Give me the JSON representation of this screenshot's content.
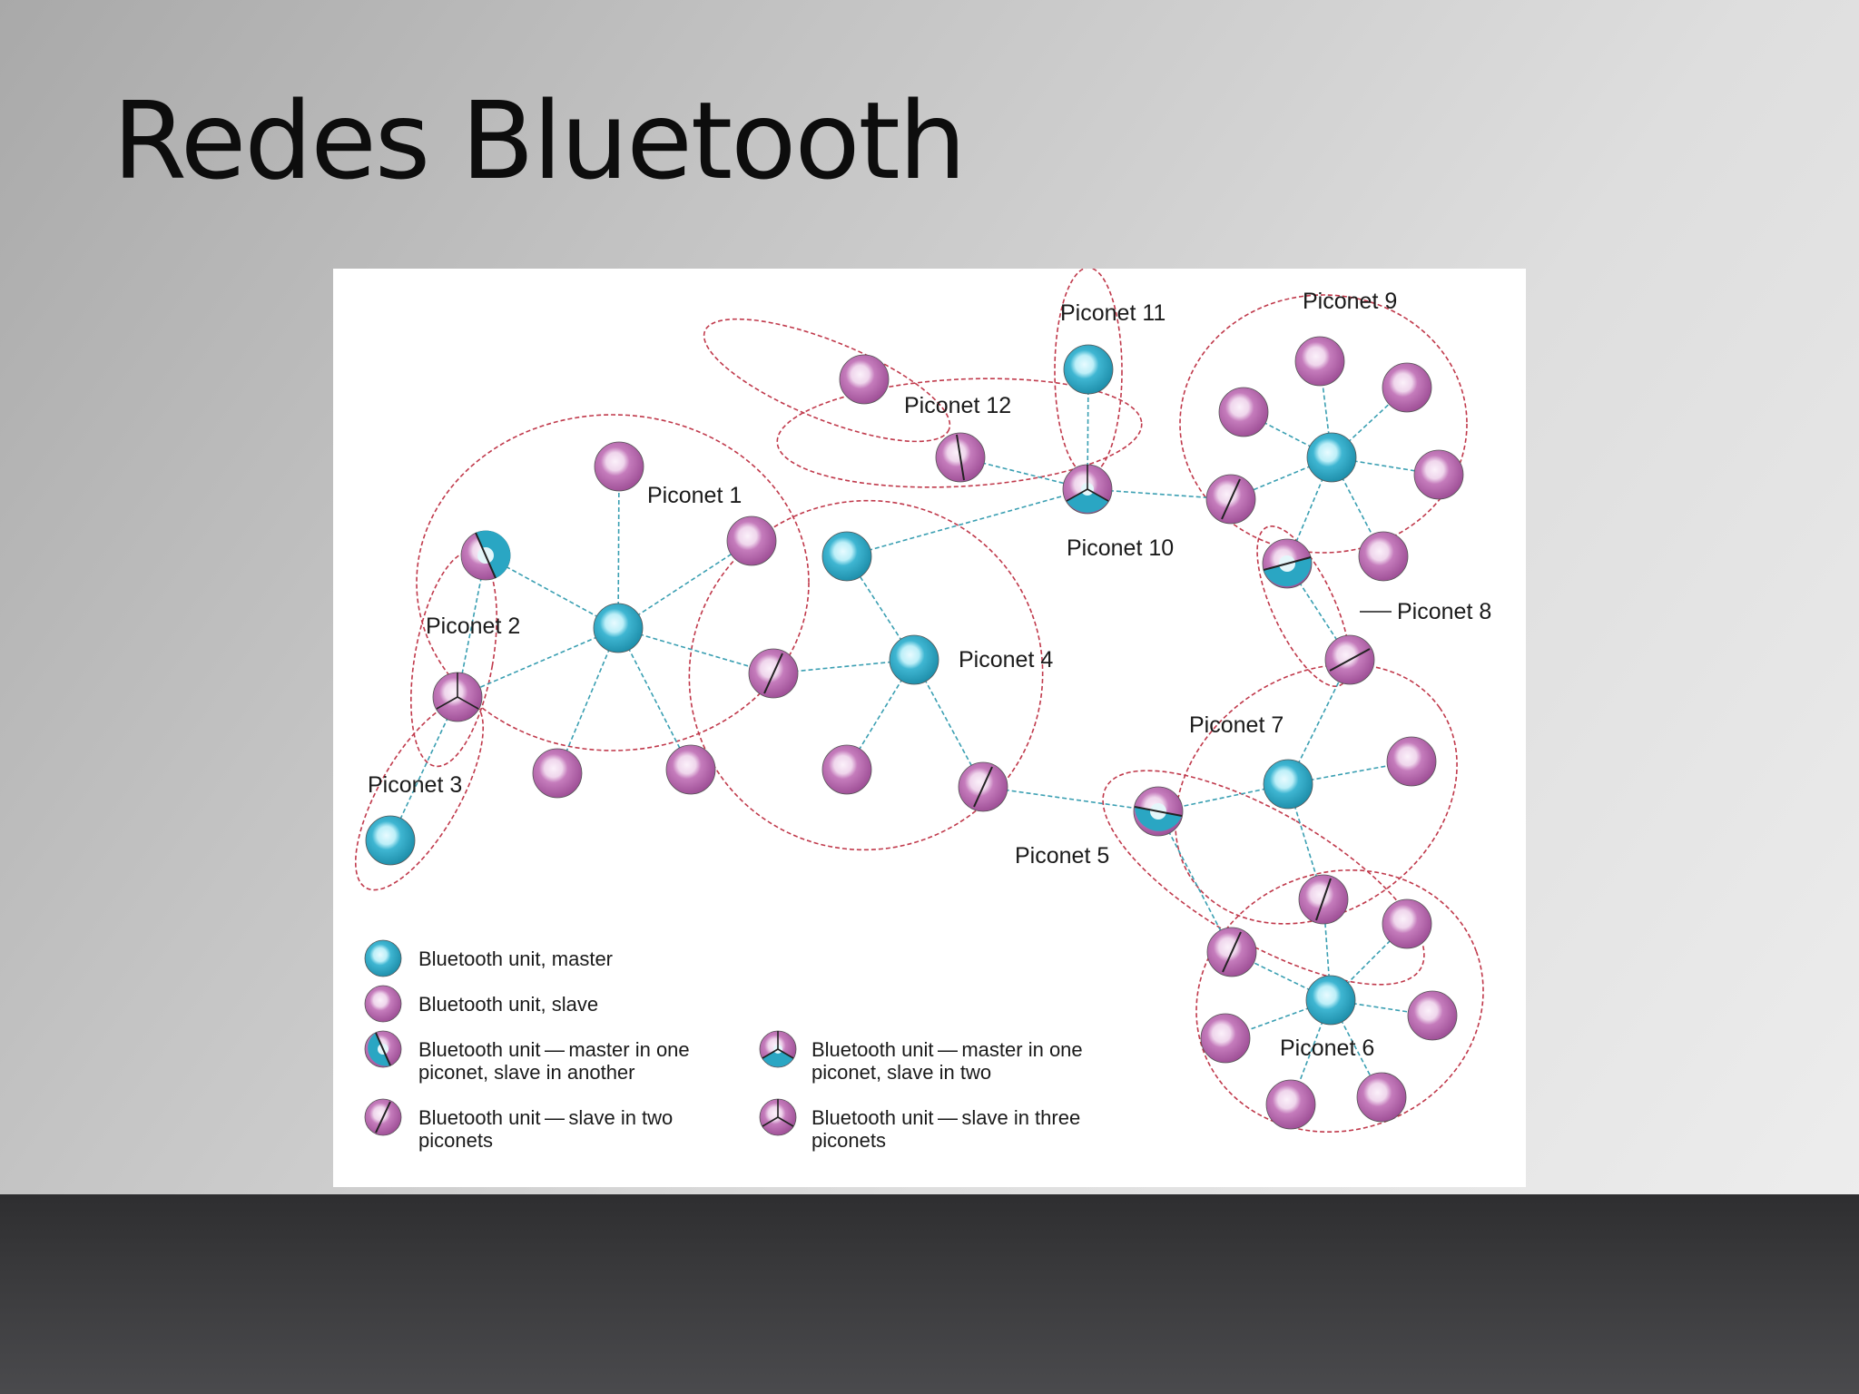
{
  "slide": {
    "title": "Redes Bluetooth"
  },
  "colors": {
    "master": "#2aa6c3",
    "master_core": "#bff0f8",
    "slave": "#b363aa",
    "slave_core": "#f1dcef",
    "link": "#3a9fb2",
    "piconet_boundary": "#c0394b"
  },
  "diagram": {
    "piconet_labels": {
      "p1": "Piconet 1",
      "p2": "Piconet 2",
      "p3": "Piconet 3",
      "p4": "Piconet 4",
      "p5": "Piconet 5",
      "p6": "Piconet 6",
      "p7": "Piconet 7",
      "p8": "Piconet 8",
      "p9": "Piconet 9",
      "p10": "Piconet 10",
      "p11": "Piconet 11",
      "p12": "Piconet 12"
    },
    "legend": {
      "master": "Bluetooth unit, master",
      "slave": "Bluetooth unit, slave",
      "master_slave_line1": "Bluetooth unit — master in one",
      "master_slave_line2": "piconet, slave in another",
      "slave_two_line1": "Bluetooth unit — slave in two",
      "slave_two_line2": "piconets",
      "master_slave_two_line1": "Bluetooth unit — master in one",
      "master_slave_two_line2": "piconet, slave in two",
      "slave_three_line1": "Bluetooth unit — slave in three",
      "slave_three_line2": "piconets"
    }
  }
}
